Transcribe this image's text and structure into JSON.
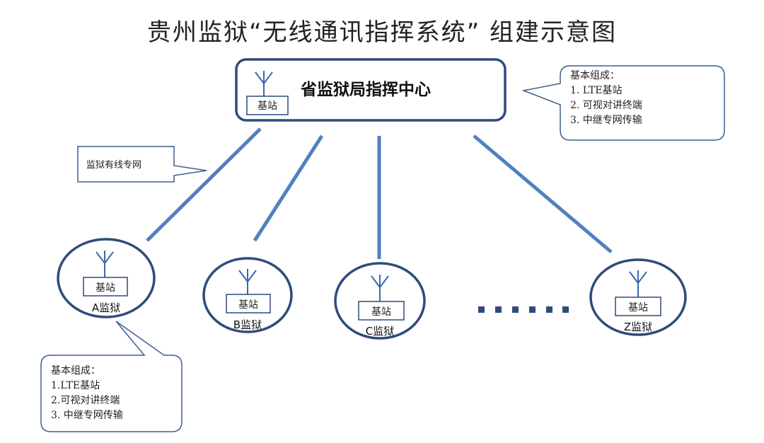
{
  "title": "贵州监狱“无线通讯指挥系统” 组建示意图",
  "center": {
    "label": "省监狱局指挥中心",
    "base_station": "基站"
  },
  "center_callout": {
    "heading": "基本组成：",
    "items": [
      "1. LTE基站",
      "2. 可视对讲终端",
      "3. 中继专网传输"
    ]
  },
  "wired_callout": {
    "label": "监狱有线专网"
  },
  "prison_callout": {
    "heading": "基本组成：",
    "items": [
      "1.LTE基站",
      "2.可视对讲终端",
      "3. 中继专网传输"
    ]
  },
  "prisons": [
    {
      "label": "A监狱",
      "base_station": "基站"
    },
    {
      "label": "B监狱",
      "base_station": "基站"
    },
    {
      "label": "C监狱",
      "base_station": "基站"
    },
    {
      "label": "Z监狱",
      "base_station": "基站"
    }
  ],
  "ellipsis": "••••••",
  "colors": {
    "node_border": "#2f4b7c",
    "link_line": "#4f81bd",
    "callout_border": "#3b5f8f",
    "dots": "#2f4b7c"
  }
}
